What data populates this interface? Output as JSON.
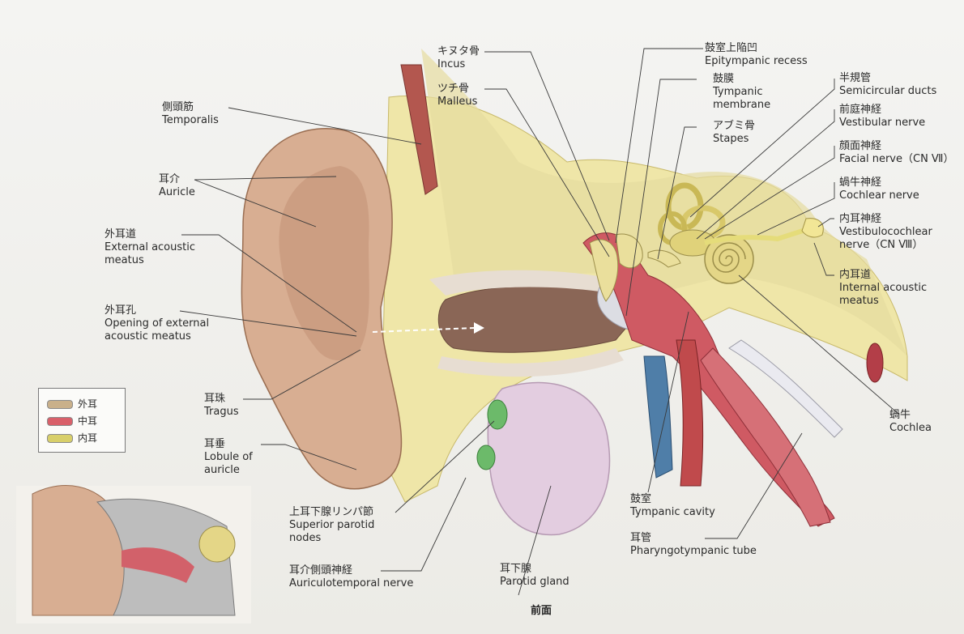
{
  "labels": {
    "incus": {
      "jp": "キヌタ骨",
      "en": "Incus"
    },
    "malleus": {
      "jp": "ツチ骨",
      "en": "Malleus"
    },
    "temporalis": {
      "jp": "側頭筋",
      "en": "Temporalis"
    },
    "auricle": {
      "jp": "耳介",
      "en": "Auricle"
    },
    "eam": {
      "jp": "外耳道",
      "en1": "External acoustic",
      "en2": "meatus"
    },
    "opening": {
      "jp": "外耳孔",
      "en1": "Opening of external",
      "en2": "acoustic meatus"
    },
    "tragus": {
      "jp": "耳珠",
      "en": "Tragus"
    },
    "lobule": {
      "jp": "耳垂",
      "en1": "Lobule of",
      "en2": "auricle"
    },
    "sup_parotid": {
      "jp": "上耳下腺リンパ節",
      "en1": "Superior parotid",
      "en2": "nodes"
    },
    "auriculotemporal": {
      "jp": "耳介側頭神経",
      "en": "Auriculotemporal nerve"
    },
    "parotid": {
      "jp": "耳下腺",
      "en": "Parotid gland"
    },
    "epitympanic": {
      "jp": "鼓室上陥凹",
      "en": "Epitympanic recess"
    },
    "tympanic_membrane": {
      "jp": "鼓膜",
      "en1": "Tympanic",
      "en2": "membrane"
    },
    "stapes": {
      "jp": "アブミ骨",
      "en": "Stapes"
    },
    "semicircular": {
      "jp": "半規管",
      "en": "Semicircular ducts"
    },
    "vestibular": {
      "jp": "前庭神経",
      "en": "Vestibular nerve"
    },
    "facial": {
      "jp": "顔面神経",
      "en": "Facial nerve（CN Ⅶ）"
    },
    "cochlear_nerve": {
      "jp": "蝸牛神経",
      "en": "Cochlear nerve"
    },
    "vestibulocochlear": {
      "jp": "内耳神経",
      "en1": "Vestibulocochlear",
      "en2": "nerve（CN Ⅷ）"
    },
    "iam": {
      "jp": "内耳道",
      "en1": "Internal acoustic",
      "en2": "meatus"
    },
    "cochlea": {
      "jp": "蝸牛",
      "en": "Cochlea"
    },
    "tympanic_cavity": {
      "jp": "鼓室",
      "en": "Tympanic cavity"
    },
    "pharyngotympanic": {
      "jp": "耳管",
      "en": "Pharyngotympanic tube"
    }
  },
  "legend": [
    {
      "label": "外耳",
      "color": "#c9b08a"
    },
    {
      "label": "中耳",
      "color": "#d9606a"
    },
    {
      "label": "内耳",
      "color": "#d8cf6a"
    }
  ],
  "caption": "前面"
}
